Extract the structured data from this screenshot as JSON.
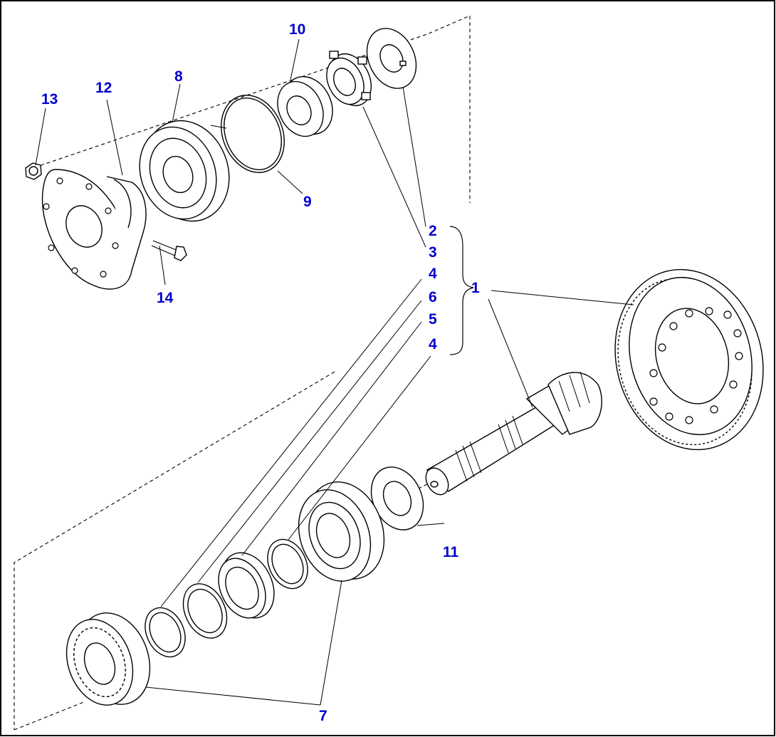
{
  "diagram": {
    "border_color": "#000000",
    "callout_color": "#0000cc",
    "callouts": {
      "c13": "13",
      "c12": "12",
      "c8": "8",
      "c10": "10",
      "c9": "9",
      "c14": "14",
      "c2": "2",
      "c3": "3",
      "c4a": "4",
      "c6": "6",
      "c5": "5",
      "c4b": "4",
      "c1": "1",
      "c11": "11",
      "c7": "7"
    },
    "parts": [
      {
        "id": "13",
        "icon": "nut-icon"
      },
      {
        "id": "12",
        "icon": "flange-icon"
      },
      {
        "id": "8",
        "icon": "seal-cover-icon"
      },
      {
        "id": "9",
        "icon": "o-ring-icon"
      },
      {
        "id": "10",
        "icon": "bearing-icon"
      },
      {
        "id": "3",
        "icon": "lock-nut-icon"
      },
      {
        "id": "2",
        "icon": "lock-washer-icon"
      },
      {
        "id": "14",
        "icon": "bolt-icon"
      },
      {
        "id": "1",
        "icon": "bevel-gear-set-icon"
      },
      {
        "id": "11",
        "icon": "washer-icon"
      },
      {
        "id": "7",
        "icon": "roller-bearing-icon"
      },
      {
        "id": "4",
        "icon": "shim-icon"
      },
      {
        "id": "5",
        "icon": "bearing-cup-icon"
      },
      {
        "id": "6",
        "icon": "spacer-icon"
      }
    ]
  }
}
